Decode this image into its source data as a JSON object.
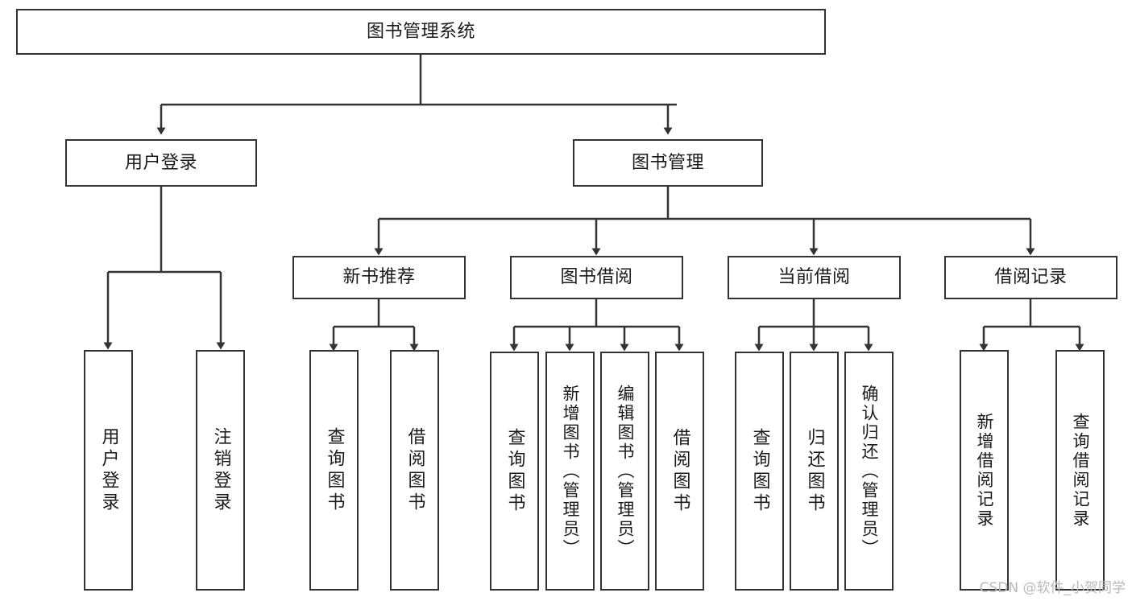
{
  "diagram": {
    "type": "tree-hierarchy",
    "title": "图书管理系统",
    "orientation": "top-down",
    "line_color": "#333333",
    "box_fill": "#ffffff",
    "text_color": "#1a1a1a",
    "nodes": {
      "root": {
        "label": "图书管理系统"
      },
      "level2": [
        {
          "label": "用户登录"
        },
        {
          "label": "图书管理"
        }
      ],
      "level3": [
        {
          "label": "新书推荐"
        },
        {
          "label": "图书借阅"
        },
        {
          "label": "当前借阅"
        },
        {
          "label": "借阅记录"
        }
      ],
      "leaves_user_login": [
        {
          "label": "用户登录"
        },
        {
          "label": "注销登录"
        }
      ],
      "leaves_new_book": [
        {
          "label": "查询图书"
        },
        {
          "label": "借阅图书"
        }
      ],
      "leaves_borrow": [
        {
          "label": "查询图书"
        },
        {
          "label": "新增图书（管理员）"
        },
        {
          "label": "编辑图书（管理员）"
        },
        {
          "label": "借阅图书"
        }
      ],
      "leaves_current": [
        {
          "label": "查询图书"
        },
        {
          "label": "归还图书"
        },
        {
          "label": "确认归还（管理员）"
        }
      ],
      "leaves_records": [
        {
          "label": "新增借阅记录"
        },
        {
          "label": "查询借阅记录"
        }
      ]
    }
  },
  "watermark": {
    "text": "CSDN @软件_小贺同学"
  }
}
